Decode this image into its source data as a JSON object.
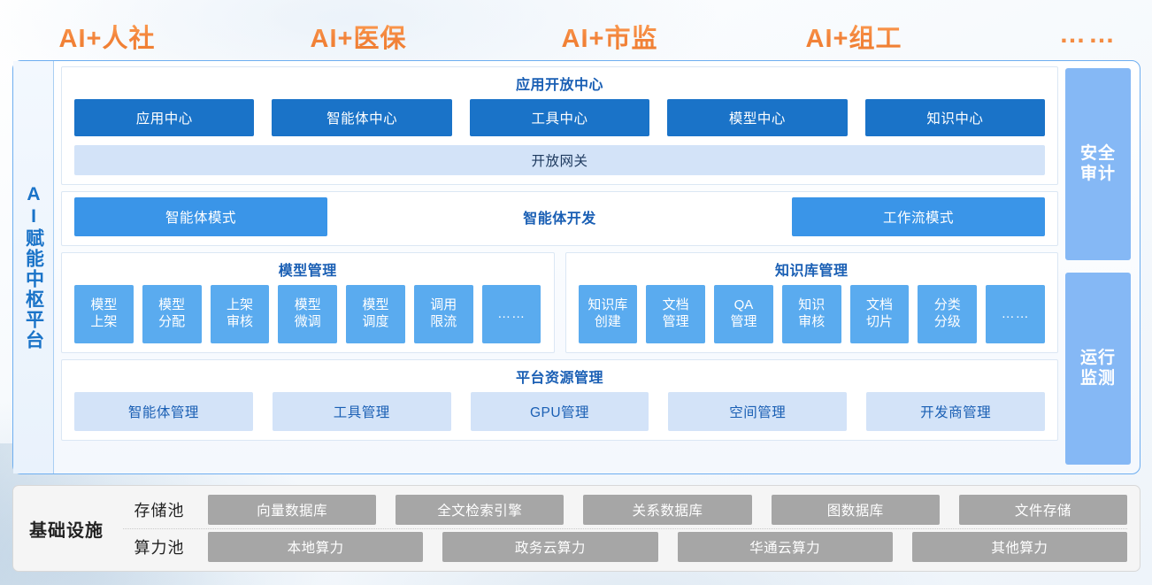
{
  "domains": [
    {
      "label": "AI+人社"
    },
    {
      "label": "AI+医保"
    },
    {
      "label": "AI+市监"
    },
    {
      "label": "AI+组工"
    },
    {
      "label": "……"
    }
  ],
  "platform": {
    "side_label": "AI赋能中枢平台",
    "app_center": {
      "title": "应用开放中心",
      "chips": [
        "应用中心",
        "智能体中心",
        "工具中心",
        "模型中心",
        "知识中心"
      ],
      "gateway": "开放网关"
    },
    "agent_dev": {
      "title": "智能体开发",
      "left_chip": "智能体模式",
      "right_chip": "工作流模式"
    },
    "model_mgmt": {
      "title": "模型管理",
      "tiles": [
        {
          "line1": "模型",
          "line2": "上架"
        },
        {
          "line1": "模型",
          "line2": "分配"
        },
        {
          "line1": "上架",
          "line2": "审核"
        },
        {
          "line1": "模型",
          "line2": "微调"
        },
        {
          "line1": "模型",
          "line2": "调度"
        },
        {
          "line1": "调用",
          "line2": "限流"
        },
        {
          "line1": "……",
          "line2": ""
        }
      ]
    },
    "kb_mgmt": {
      "title": "知识库管理",
      "tiles": [
        {
          "line1": "知识库",
          "line2": "创建"
        },
        {
          "line1": "文档",
          "line2": "管理"
        },
        {
          "line1": "QA",
          "line2": "管理"
        },
        {
          "line1": "知识",
          "line2": "审核"
        },
        {
          "line1": "文档",
          "line2": "切片"
        },
        {
          "line1": "分类",
          "line2": "分级"
        },
        {
          "line1": "……",
          "line2": ""
        }
      ]
    },
    "resource_mgmt": {
      "title": "平台资源管理",
      "items": [
        "智能体管理",
        "工具管理",
        "GPU管理",
        "空间管理",
        "开发商管理"
      ]
    },
    "rail": [
      {
        "line1": "安全",
        "line2": "审计"
      },
      {
        "line1": "运行",
        "line2": "监测"
      }
    ]
  },
  "infrastructure": {
    "title": "基础设施",
    "storage_pool": {
      "label": "存储池",
      "items": [
        "向量数据库",
        "全文检索引擎",
        "关系数据库",
        "图数据库",
        "文件存储"
      ]
    },
    "compute_pool": {
      "label": "算力池",
      "items": [
        "本地算力",
        "政务云算力",
        "华通云算力",
        "其他算力"
      ]
    }
  },
  "colors": {
    "accent_orange": "#f0822e",
    "primary_blue": "#1a73c8",
    "mid_blue": "#3a95e8",
    "tile_blue": "#5aabef",
    "light_blue": "#d3e3f8",
    "rail_blue": "#85b8f5",
    "gray_chip": "#a6a6a6"
  }
}
